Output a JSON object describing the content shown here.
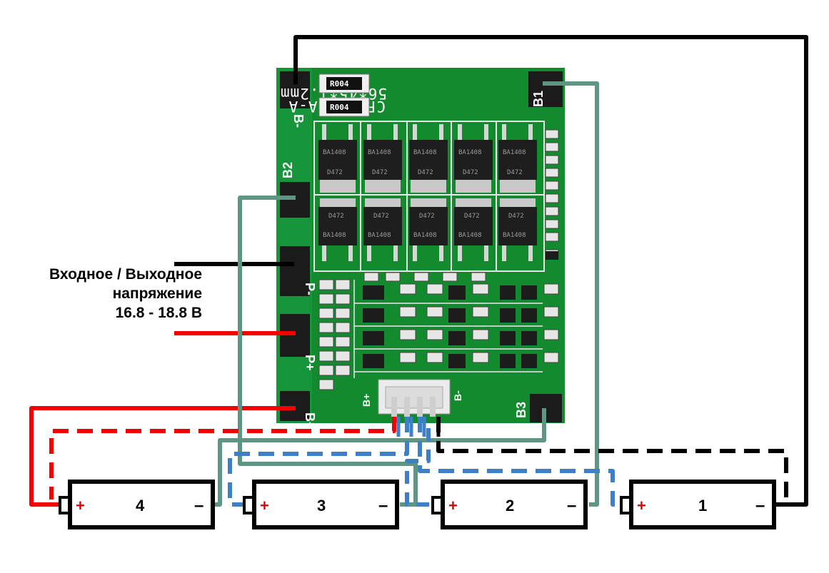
{
  "board": {
    "model": "CF-4S30A-A",
    "size": "56*45*1.2mm",
    "resistor_code": "R004",
    "mosfet_top_code": "BA1408",
    "mosfet_top_brand": "D472",
    "mosfet_bottom_code": "BA1408",
    "mosfet_bottom_brand": "D472",
    "colors": {
      "pcb": "#138a2e",
      "pcb_dark": "#0d6b22",
      "pad": "#1a1a1a"
    }
  },
  "pads": {
    "b_minus": "B-",
    "b1": "B1",
    "b2": "B2",
    "b3": "B3",
    "p_minus": "P-",
    "p_plus": "P+",
    "b_plus": "B+",
    "conn_b_plus": "B+",
    "conn_b_minus": "B-"
  },
  "caption": {
    "line1": "Входное / Выходное",
    "line2": "напряжение",
    "line3": "16.8 - 18.8 В"
  },
  "batteries": [
    {
      "number": "4",
      "plus": "+",
      "minus": "–"
    },
    {
      "number": "3",
      "plus": "+",
      "minus": "–"
    },
    {
      "number": "2",
      "plus": "+",
      "minus": "–"
    },
    {
      "number": "1",
      "plus": "+",
      "minus": "–"
    }
  ],
  "wire_colors": {
    "positive": "#f40000",
    "negative": "#000000",
    "balance_teal": "#5e9684",
    "balance_blue": "#3e7fc6"
  }
}
